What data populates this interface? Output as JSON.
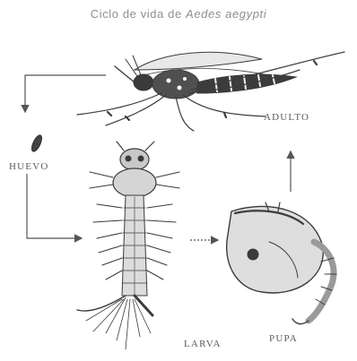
{
  "title": {
    "prefix": "Ciclo de vida de ",
    "species": "Aedes aegypti"
  },
  "stages": {
    "egg": "HUEVO",
    "larva": "LARVA",
    "pupa": "PUPA",
    "adult": "ADULTO"
  },
  "colors": {
    "ink": "#3c3c3c",
    "arrow": "#555555",
    "label": "#5a5a5a",
    "title": "#8f8f8f"
  }
}
